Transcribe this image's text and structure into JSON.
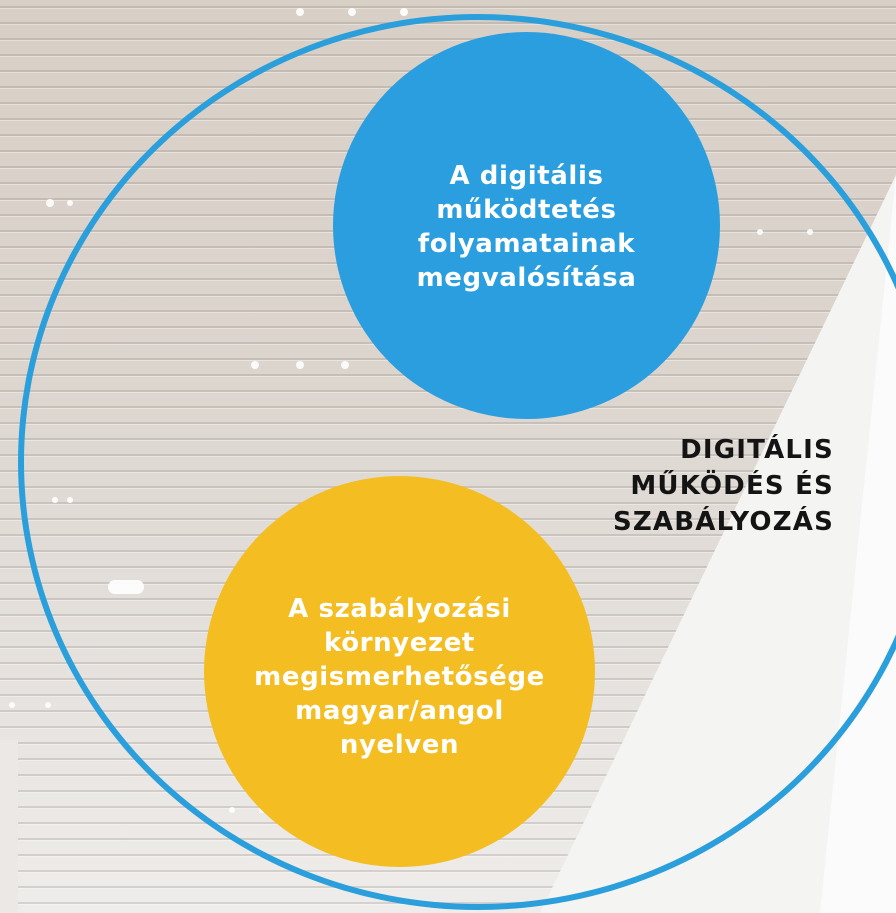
{
  "diagram": {
    "heading": {
      "lines": [
        "DIGITÁLIS",
        "MŰKÖDÉS ÉS",
        "SZABÁLYOZÁS"
      ]
    },
    "blue_circle": {
      "lines": [
        "A digitális",
        "működtetés",
        "folyamatainak",
        "megvalósítása"
      ]
    },
    "yellow_circle": {
      "lines": [
        "A szabályozási",
        "környezet",
        "megismerhetősége",
        "magyar/angol",
        "nyelven"
      ]
    },
    "colors": {
      "outer_ring": "#2b9fdb",
      "blue_circle": "#2a9edf",
      "yellow_circle": "#f4bd21",
      "heading_text": "#141414",
      "circle_text": "#ffffff"
    }
  }
}
